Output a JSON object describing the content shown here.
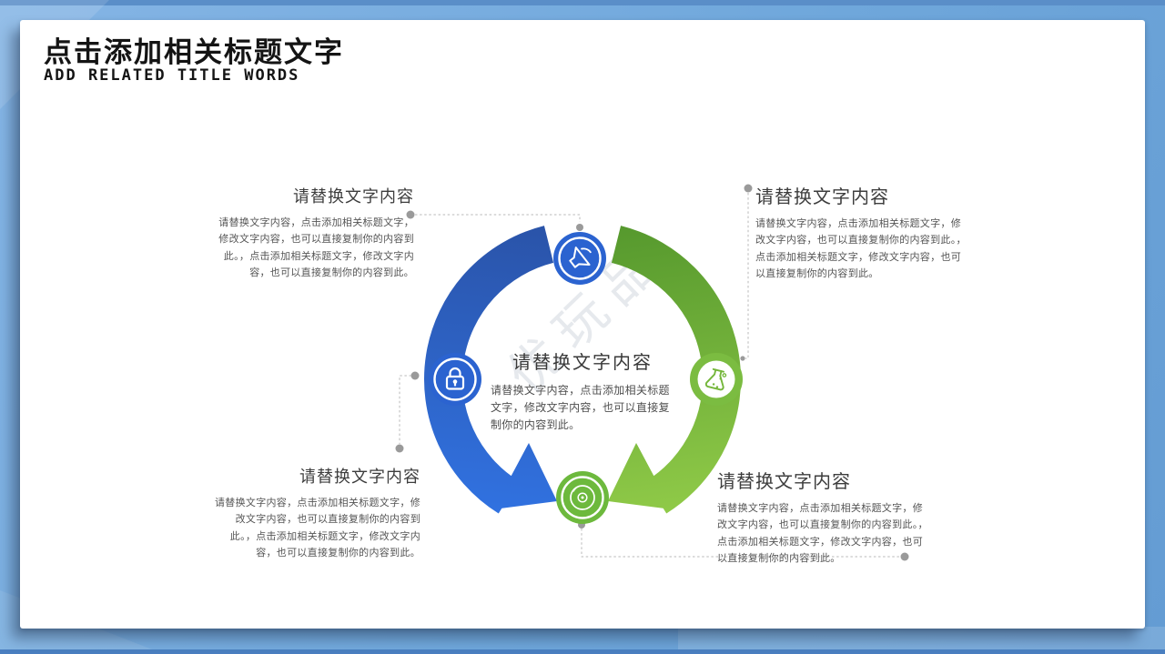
{
  "slide": {
    "title": "点击添加相关标题文字",
    "subtitle": "ADD RELATED TITLE WORDS",
    "watermark": "优玩品"
  },
  "diagram": {
    "type": "circular-process",
    "colors": {
      "blue_arc_start": "#2a53a8",
      "blue_arc_end": "#3173e3",
      "green_arc_start": "#55982d",
      "green_arc_end": "#92cc49",
      "icon_blue": "#2b63d0",
      "icon_green": "#6db93d",
      "connector_gray": "#9a9a9a",
      "frame_blue": "#6fa7db"
    },
    "icons": {
      "top": "megaphone-icon",
      "left": "padlock-icon",
      "right": "flask-icon",
      "bottom": "disc-icon"
    },
    "center": {
      "heading": "请替换文字内容",
      "body": "请替换文字内容，点击添加相关标题文字，修改文字内容，也可以直接复制你的内容到此。"
    },
    "blocks": [
      {
        "position": "top-left",
        "heading": "请替换文字内容",
        "body": "请替换文字内容，点击添加相关标题文字，修改文字内容，也可以直接复制你的内容到此。，点击添加相关标题文字，修改文字内容，也可以直接复制你的内容到此。"
      },
      {
        "position": "top-right",
        "heading": "请替换文字内容",
        "body": "请替换文字内容，点击添加相关标题文字，修改文字内容，也可以直接复制你的内容到此。，点击添加相关标题文字，修改文字内容，也可以直接复制你的内容到此。"
      },
      {
        "position": "bottom-left",
        "heading": "请替换文字内容",
        "body": "请替换文字内容，点击添加相关标题文字，修改文字内容，也可以直接复制你的内容到此。，点击添加相关标题文字，修改文字内容，也可以直接复制你的内容到此。"
      },
      {
        "position": "bottom-right",
        "heading": "请替换文字内容",
        "body": "请替换文字内容，点击添加相关标题文字，修改文字内容，也可以直接复制你的内容到此。，点击添加相关标题文字，修改文字内容，也可以直接复制你的内容到此。"
      }
    ]
  }
}
